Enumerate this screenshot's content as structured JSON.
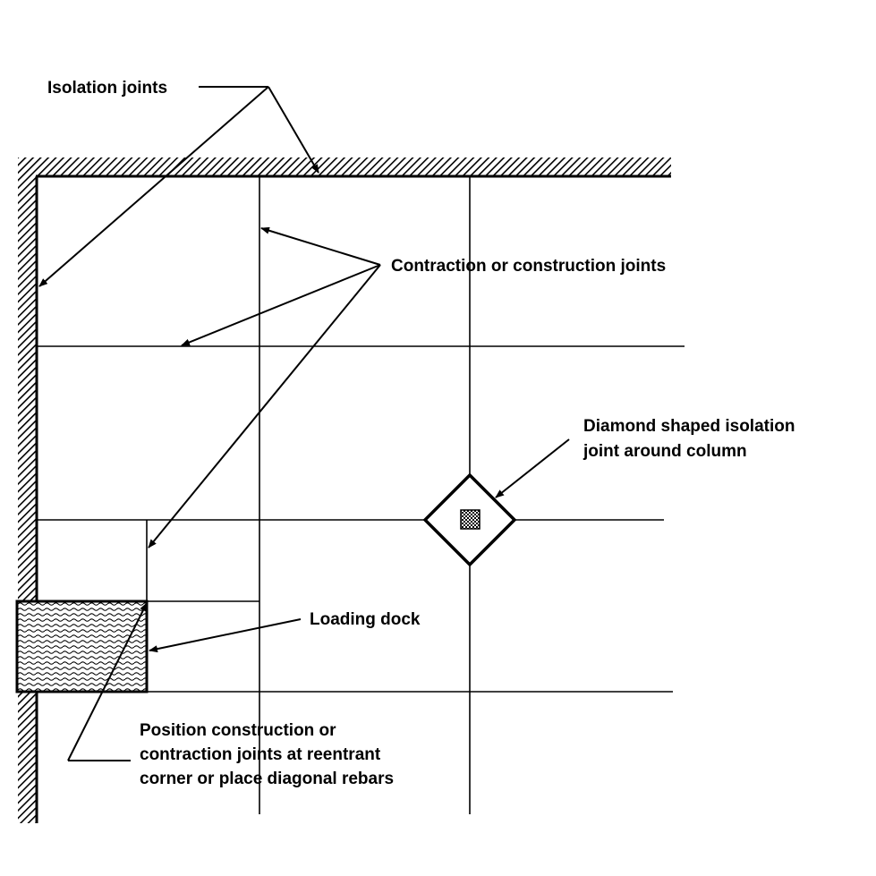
{
  "labels": {
    "isolation_joints": "Isolation joints",
    "contraction_joints": "Contraction or construction joints",
    "diamond_line1": "Diamond shaped isolation",
    "diamond_line2": "joint around column",
    "loading_dock": "Loading dock",
    "reentrant_line1": "Position construction or",
    "reentrant_line2": "contraction joints at reentrant",
    "reentrant_line3": "corner or place  diagonal rebars"
  },
  "colors": {
    "ink": "#000000",
    "background": "#ffffff"
  }
}
